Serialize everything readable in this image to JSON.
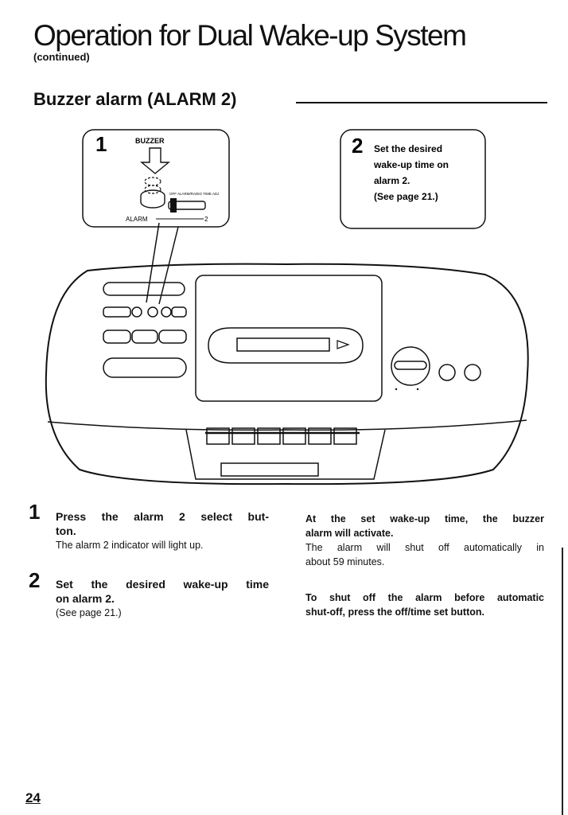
{
  "header": {
    "title": "Operation for Dual Wake-up System",
    "continued": "(continued)"
  },
  "section": {
    "title": "Buzzer alarm (ALARM 2)"
  },
  "callout1": {
    "number": "1",
    "buzzer_label": "BUZZER",
    "alarm_label": "ALARM",
    "alarm_num": "2",
    "switch_small_text": "OFF ALARM/RADIO TIME ADJ"
  },
  "callout2": {
    "number": "2",
    "lines": [
      "Set the desired",
      "wake-up time on",
      "alarm 2.",
      "(See page 21.)"
    ]
  },
  "steps": [
    {
      "number": "1",
      "heading_lines": [
        "Press the alarm 2 select but-",
        "ton."
      ],
      "sub_lines": [
        "The alarm 2 indicator will light up."
      ]
    },
    {
      "number": "2",
      "heading_lines": [
        "Set the desired wake-up time",
        "on alarm 2."
      ],
      "sub_lines": [
        "(See page 21.)"
      ]
    }
  ],
  "right": {
    "p1_bold": [
      "At the set wake-up time, the buzzer",
      "alarm will activate."
    ],
    "p1_normal": [
      "The alarm will shut off automatically in",
      "about 59 minutes."
    ],
    "p2_bold": [
      "To shut off the alarm before automatic",
      "shut-off, press the off/time set button."
    ]
  },
  "footer": {
    "page_number": "24"
  }
}
